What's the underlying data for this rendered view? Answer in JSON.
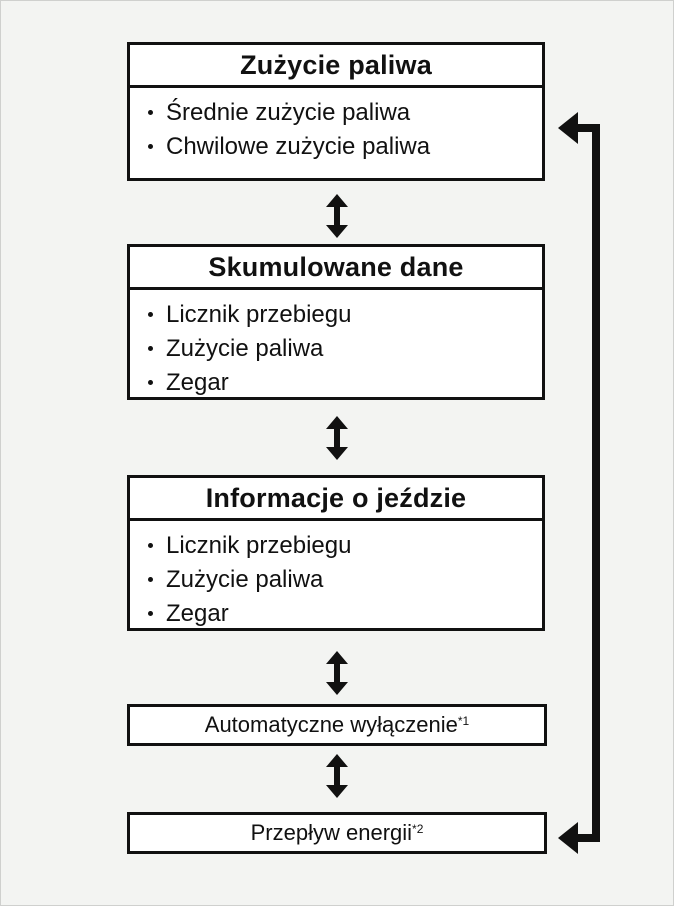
{
  "boxes": [
    {
      "title": "Zużycie paliwa",
      "items": [
        "Średnie zużycie paliwa",
        "Chwilowe zużycie paliwa"
      ]
    },
    {
      "title": "Skumulowane dane",
      "items": [
        "Licznik przebiegu",
        "Zużycie paliwa",
        "Zegar"
      ]
    },
    {
      "title": "Informacje o jeździe",
      "items": [
        "Licznik przebiegu",
        "Zużycie paliwa",
        "Zegar"
      ]
    }
  ],
  "small_boxes": [
    {
      "label": "Automatyczne wyłączenie",
      "note": "*1"
    },
    {
      "label": "Przepływ energii",
      "note": "*2"
    }
  ]
}
